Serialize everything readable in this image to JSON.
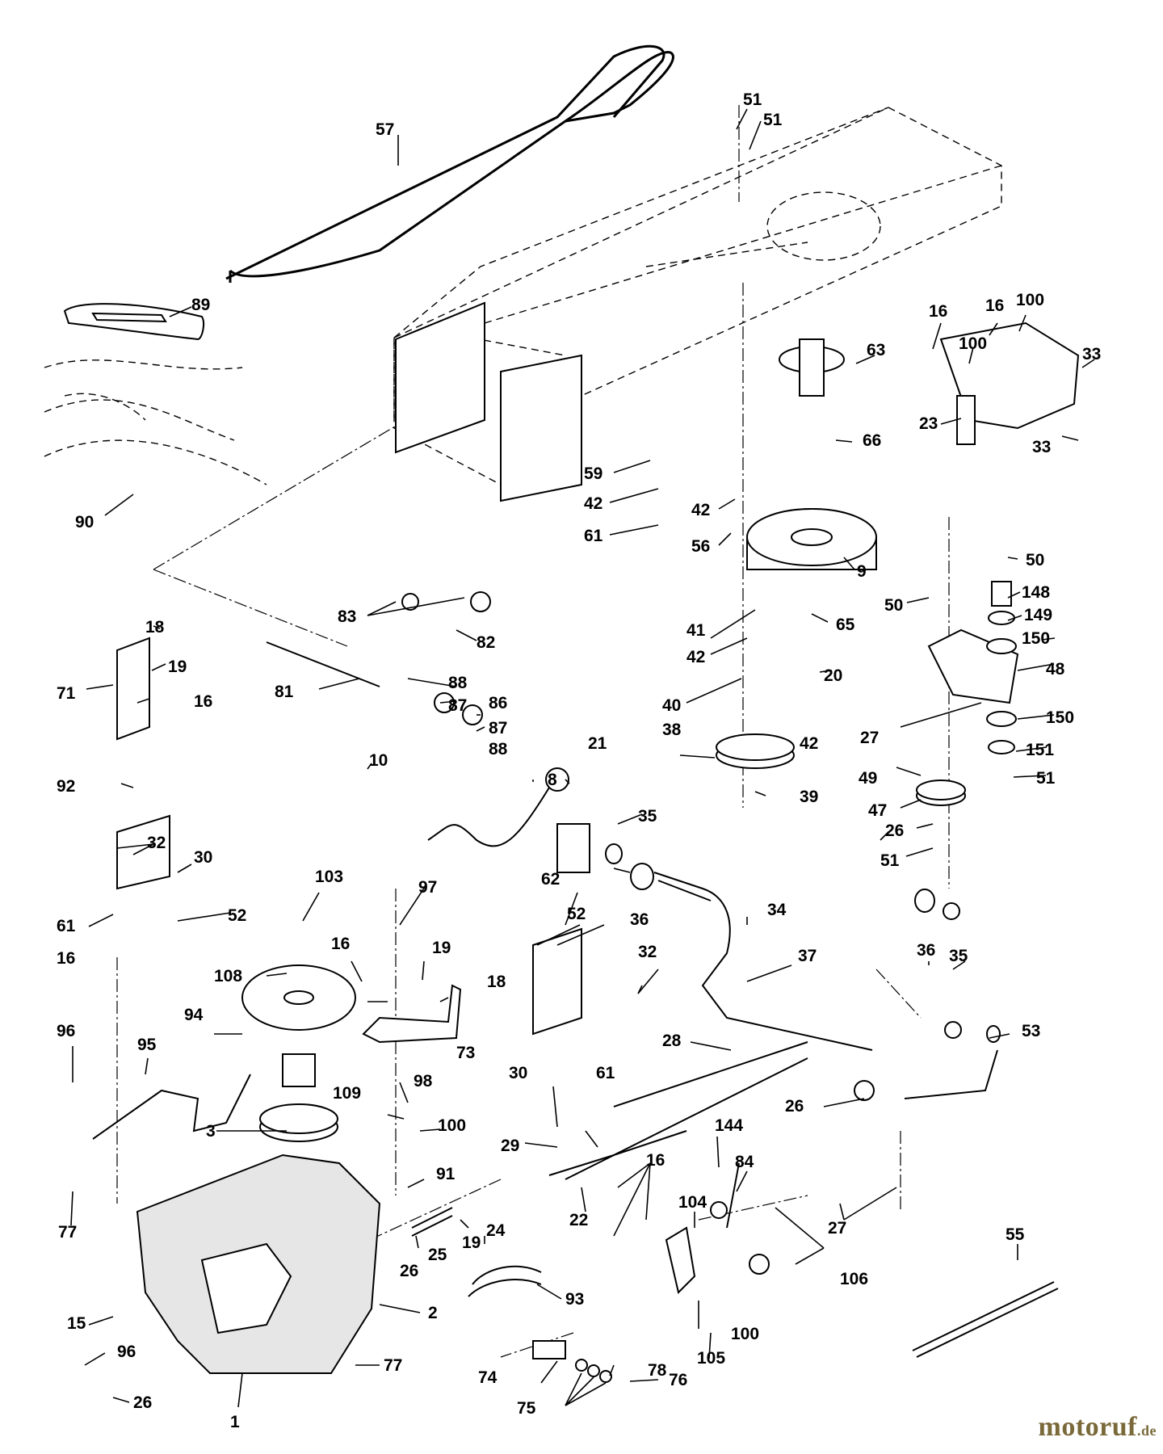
{
  "diagram": {
    "callouts": [
      {
        "id": "57",
        "label": "57"
      },
      {
        "id": "51a",
        "label": "51"
      },
      {
        "id": "51b",
        "label": "51"
      },
      {
        "id": "89",
        "label": "89"
      },
      {
        "id": "16a",
        "label": "16"
      },
      {
        "id": "100a",
        "label": "100"
      },
      {
        "id": "16b",
        "label": "16"
      },
      {
        "id": "100b",
        "label": "100"
      },
      {
        "id": "33a",
        "label": "33"
      },
      {
        "id": "63",
        "label": "63"
      },
      {
        "id": "23",
        "label": "23"
      },
      {
        "id": "33b",
        "label": "33"
      },
      {
        "id": "66",
        "label": "66"
      },
      {
        "id": "59",
        "label": "59"
      },
      {
        "id": "42a",
        "label": "42"
      },
      {
        "id": "90",
        "label": "90"
      },
      {
        "id": "42b",
        "label": "42"
      },
      {
        "id": "61a",
        "label": "61"
      },
      {
        "id": "56",
        "label": "56"
      },
      {
        "id": "9",
        "label": "9"
      },
      {
        "id": "50a",
        "label": "50"
      },
      {
        "id": "148",
        "label": "148"
      },
      {
        "id": "50b",
        "label": "50"
      },
      {
        "id": "149",
        "label": "149"
      },
      {
        "id": "83",
        "label": "83"
      },
      {
        "id": "65",
        "label": "65"
      },
      {
        "id": "18a",
        "label": "18"
      },
      {
        "id": "82",
        "label": "82"
      },
      {
        "id": "41",
        "label": "41"
      },
      {
        "id": "150a",
        "label": "150"
      },
      {
        "id": "42c",
        "label": "42"
      },
      {
        "id": "48",
        "label": "48"
      },
      {
        "id": "19a",
        "label": "19"
      },
      {
        "id": "20",
        "label": "20"
      },
      {
        "id": "71",
        "label": "71"
      },
      {
        "id": "81",
        "label": "81"
      },
      {
        "id": "88a",
        "label": "88"
      },
      {
        "id": "16c",
        "label": "16"
      },
      {
        "id": "40",
        "label": "40"
      },
      {
        "id": "87a",
        "label": "87"
      },
      {
        "id": "86",
        "label": "86"
      },
      {
        "id": "150b",
        "label": "150"
      },
      {
        "id": "38",
        "label": "38"
      },
      {
        "id": "27a",
        "label": "27"
      },
      {
        "id": "87b",
        "label": "87"
      },
      {
        "id": "88b",
        "label": "88"
      },
      {
        "id": "21",
        "label": "21"
      },
      {
        "id": "42d",
        "label": "42"
      },
      {
        "id": "151",
        "label": "151"
      },
      {
        "id": "10",
        "label": "10"
      },
      {
        "id": "51c",
        "label": "51"
      },
      {
        "id": "49",
        "label": "49"
      },
      {
        "id": "8",
        "label": "8"
      },
      {
        "id": "92",
        "label": "92"
      },
      {
        "id": "39",
        "label": "39"
      },
      {
        "id": "47",
        "label": "47"
      },
      {
        "id": "35a",
        "label": "35"
      },
      {
        "id": "26a",
        "label": "26"
      },
      {
        "id": "32a",
        "label": "32"
      },
      {
        "id": "30a",
        "label": "30"
      },
      {
        "id": "51d",
        "label": "51"
      },
      {
        "id": "62",
        "label": "62"
      },
      {
        "id": "103",
        "label": "103"
      },
      {
        "id": "97",
        "label": "97"
      },
      {
        "id": "36a",
        "label": "36"
      },
      {
        "id": "52a",
        "label": "52"
      },
      {
        "id": "34",
        "label": "34"
      },
      {
        "id": "61b",
        "label": "61"
      },
      {
        "id": "52b",
        "label": "52"
      },
      {
        "id": "16d",
        "label": "16"
      },
      {
        "id": "19b",
        "label": "19"
      },
      {
        "id": "32b",
        "label": "32"
      },
      {
        "id": "36b",
        "label": "36"
      },
      {
        "id": "35b",
        "label": "35"
      },
      {
        "id": "108",
        "label": "108"
      },
      {
        "id": "16e",
        "label": "16"
      },
      {
        "id": "37",
        "label": "37"
      },
      {
        "id": "18b",
        "label": "18"
      },
      {
        "id": "94",
        "label": "94"
      },
      {
        "id": "73",
        "label": "73"
      },
      {
        "id": "53",
        "label": "53"
      },
      {
        "id": "96a",
        "label": "96"
      },
      {
        "id": "95",
        "label": "95"
      },
      {
        "id": "28",
        "label": "28"
      },
      {
        "id": "30b",
        "label": "30"
      },
      {
        "id": "61c",
        "label": "61"
      },
      {
        "id": "98",
        "label": "98"
      },
      {
        "id": "109",
        "label": "109"
      },
      {
        "id": "26b",
        "label": "26"
      },
      {
        "id": "3",
        "label": "3"
      },
      {
        "id": "100c",
        "label": "100"
      },
      {
        "id": "144",
        "label": "144"
      },
      {
        "id": "29",
        "label": "29"
      },
      {
        "id": "16f",
        "label": "16"
      },
      {
        "id": "84",
        "label": "84"
      },
      {
        "id": "91",
        "label": "91"
      },
      {
        "id": "27b",
        "label": "27"
      },
      {
        "id": "104",
        "label": "104"
      },
      {
        "id": "24",
        "label": "24"
      },
      {
        "id": "22",
        "label": "22"
      },
      {
        "id": "77a",
        "label": "77"
      },
      {
        "id": "19c",
        "label": "19"
      },
      {
        "id": "55",
        "label": "55"
      },
      {
        "id": "26c",
        "label": "26"
      },
      {
        "id": "25",
        "label": "25"
      },
      {
        "id": "106",
        "label": "106"
      },
      {
        "id": "93",
        "label": "93"
      },
      {
        "id": "15",
        "label": "15"
      },
      {
        "id": "2",
        "label": "2"
      },
      {
        "id": "100d",
        "label": "100"
      },
      {
        "id": "96b",
        "label": "96"
      },
      {
        "id": "77b",
        "label": "77"
      },
      {
        "id": "105",
        "label": "105"
      },
      {
        "id": "78",
        "label": "78"
      },
      {
        "id": "74",
        "label": "74"
      },
      {
        "id": "76",
        "label": "76"
      },
      {
        "id": "75",
        "label": "75"
      },
      {
        "id": "26d",
        "label": "26"
      },
      {
        "id": "1",
        "label": "1"
      }
    ]
  },
  "watermark": {
    "name": "motoruf",
    "tld": ".de"
  }
}
